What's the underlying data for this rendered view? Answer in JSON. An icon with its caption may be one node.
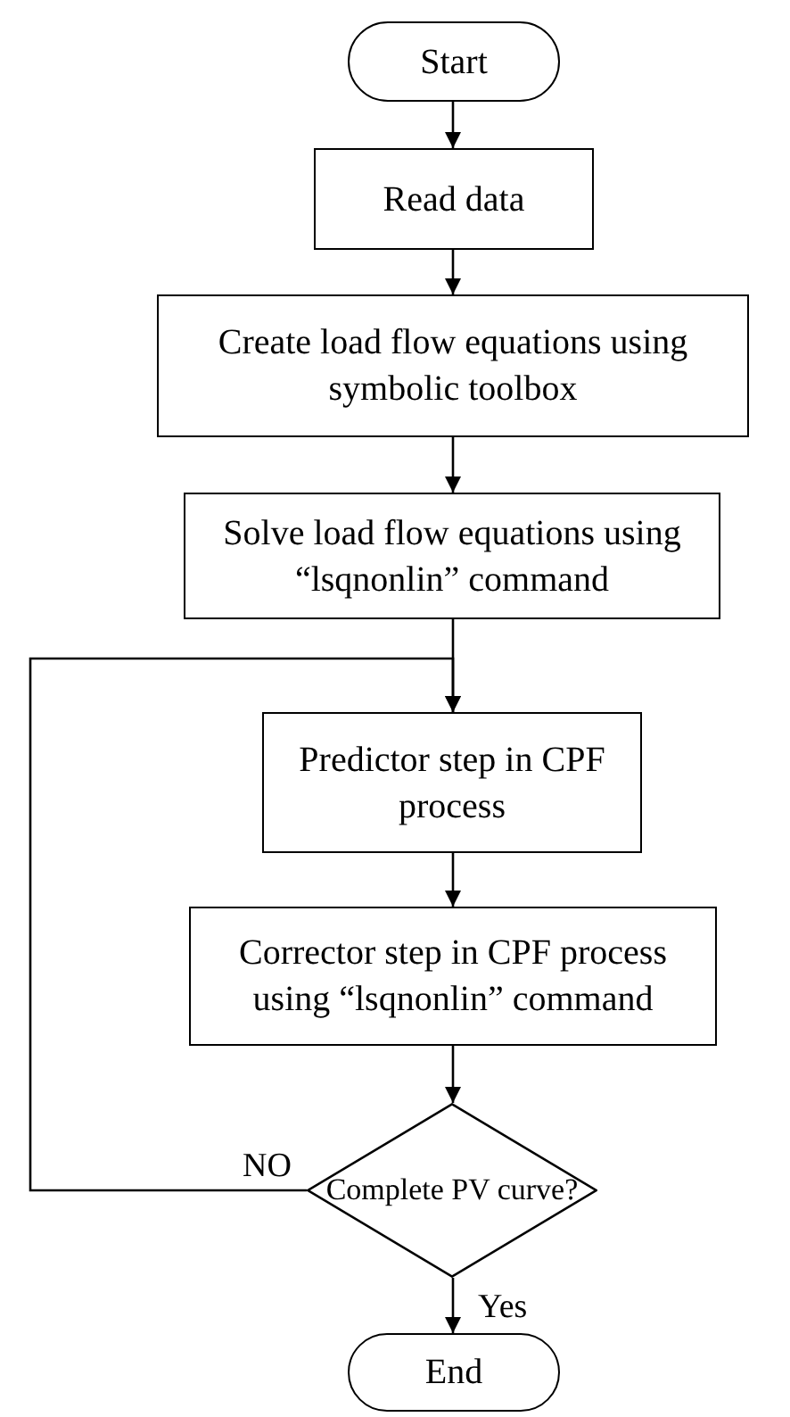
{
  "diagram": {
    "nodes": [
      {
        "text": [
          "Start"
        ]
      },
      {
        "text": [
          "Read data"
        ]
      },
      {
        "text": [
          "Create load flow equations using symbolic toolbox"
        ]
      },
      {
        "text": [
          "Solve load flow equations using “lsqnonlin” command"
        ]
      },
      {
        "text": [
          "Predictor step in CPF process"
        ]
      },
      {
        "text": [
          "Corrector step in CPF process using “lsqnonlin” command"
        ]
      },
      {
        "text": [
          "Complete PV curve?"
        ]
      },
      {
        "text": [
          "End"
        ]
      }
    ],
    "edges": [
      {
        "from": 0,
        "to": 1,
        "arrow": "to"
      },
      {
        "from": 1,
        "to": 2,
        "arrow": "to"
      },
      {
        "from": 2,
        "to": 3,
        "arrow": "to"
      },
      {
        "from": 3,
        "to": 4,
        "arrow": "to"
      },
      {
        "from": 4,
        "to": 5,
        "arrow": "to"
      },
      {
        "from": 5,
        "to": 6,
        "arrow": "to"
      },
      {
        "from": 6,
        "to": 4,
        "arrow": "to",
        "label": "NO"
      },
      {
        "from": 6,
        "to": 7,
        "arrow": "to",
        "label": "Yes"
      }
    ]
  }
}
